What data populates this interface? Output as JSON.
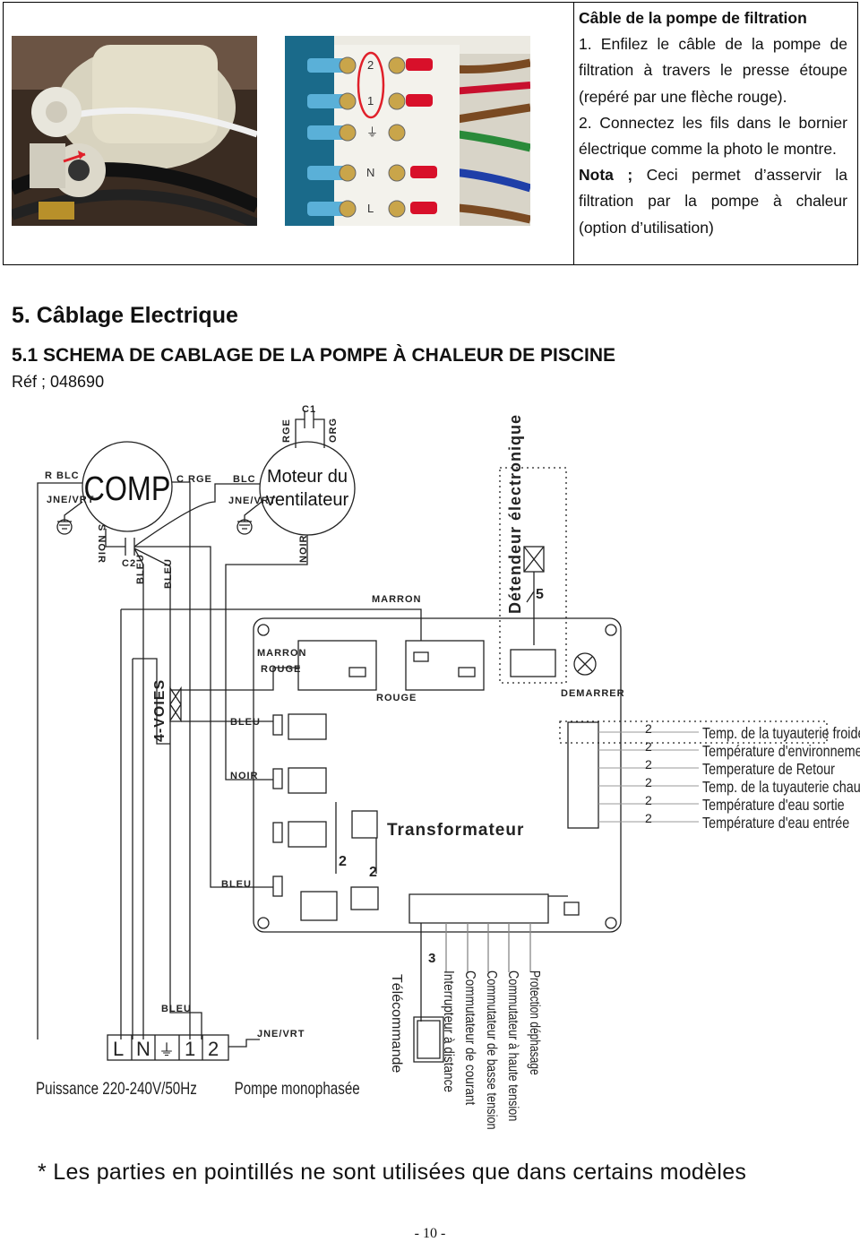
{
  "filtration_box": {
    "title": "Câble de la pompe de filtration",
    "step1": "1. Enfilez le câble de la pompe de filtration à travers le presse étoupe (repéré par une flèche rouge).",
    "step2": "2. Connectez les fils dans le bornier électrique comme la photo le montre.",
    "nota_label": "Nota ;",
    "nota_text": " Ceci permet d’asservir la filtration par la pompe à chaleur (option d’utilisation)",
    "terminal_labels": [
      "2",
      "1",
      "⏚",
      "N",
      "L"
    ]
  },
  "section": {
    "heading": "5. Câblage Electrique",
    "subheading": "5.1 SCHEMA DE CABLAGE DE LA POMPE À CHALEUR DE PISCINE",
    "ref": "Réf ; 048690"
  },
  "diagram": {
    "comp": "COMP",
    "fan_line1": "Moteur du",
    "fan_line2": "ventilateur",
    "c1": "C1",
    "c2": "C2",
    "rge": "RGE",
    "org": "ORG",
    "r_blc": "R BLC",
    "c_rge": "C RGE",
    "s_noir": "S NOIR",
    "blc": "BLC",
    "jne_vrt": "JNE/VRT",
    "noir": "NOIR",
    "bleu": "BLEU",
    "marron": "MARRON",
    "rouge": "ROUGE",
    "four_way": "4-VOIES",
    "expansion": "Détendeur électronique",
    "demarrer": "DEMARRER",
    "transformer": "Transformateur",
    "n2": "2",
    "n3": "3",
    "n5": "5",
    "sensors": [
      "Temp. de la tuyauterie froide",
      "Température d'environnement",
      "Temperature de Retour",
      "Temp. de la tuyauterie chaude",
      "Température d'eau sortie",
      "Température d'eau entrée"
    ],
    "inputs": [
      "Télécommande",
      "Interrupteur à distance",
      "Commutateur de courant",
      "Commutateur de basse tension",
      "Commutateur à haute tension",
      "Protection déphasage"
    ],
    "terminals": [
      "L",
      "N",
      "⏚",
      "1",
      "2"
    ],
    "power": "Puissance 220-240V/50Hz",
    "pump": "Pompe monophasée"
  },
  "footer": {
    "note": "* Les parties en pointillés ne sont utilisées que dans certains modèles",
    "page": "- 10 -"
  },
  "colors": {
    "arrow": "#e0202a",
    "wire_red": "#c8102e",
    "wire_blue": "#1f3fa8",
    "wire_brown": "#7a4a22",
    "wire_green": "#2a8a3a"
  }
}
